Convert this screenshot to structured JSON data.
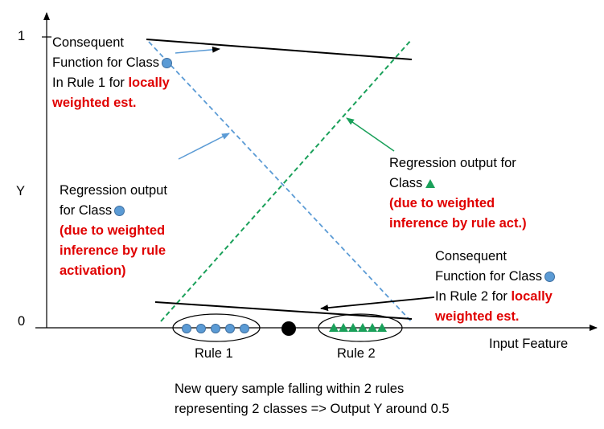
{
  "axes": {
    "y_label": "Y",
    "y_tick_top": "1",
    "y_tick_bottom": "0",
    "x_label": "Input Feature"
  },
  "labels": {
    "consequent1": {
      "line1": "Consequent",
      "line2": "Function for Class",
      "line3_prefix": "In Rule 1 for ",
      "line3_red": "locally",
      "line4_red": "weighted est.",
      "class_icon": "blue-circle-icon"
    },
    "regression_blue": {
      "line1": "Regression output",
      "line2": "for Class",
      "line3_red": "(due to weighted",
      "line4_red": "inference by rule",
      "line5_red": "activation)",
      "class_icon": "blue-circle-icon"
    },
    "regression_green": {
      "line1": "Regression output for",
      "line2": "Class",
      "line3_red": "(due to weighted",
      "line4_red": "inference by rule act.)",
      "class_icon": "green-triangle-icon"
    },
    "consequent2": {
      "line1": "Consequent",
      "line2": "Function for Class",
      "line3_prefix": "In Rule 2 for ",
      "line3_red": "locally",
      "line4_red": "weighted est.",
      "class_icon": "blue-circle-icon"
    },
    "rule1": "Rule 1",
    "rule2": "Rule 2",
    "query_line1": "New query sample falling within 2 rules",
    "query_line2": "representing 2 classes => Output Y around 0.5"
  },
  "colors": {
    "blue": "#5b9bd5",
    "green": "#1aa05a",
    "red": "#e00000",
    "black": "#000000"
  }
}
